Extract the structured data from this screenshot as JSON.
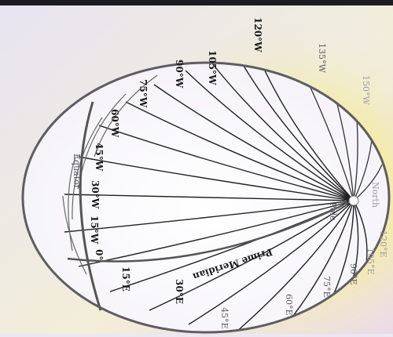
{
  "diagram": {
    "meridians_west": [
      "120°W",
      "105°W",
      "90°W",
      "75°W",
      "60°W",
      "45°W",
      "30°W",
      "15°W"
    ],
    "meridians_far": [
      "135°W",
      "150°W"
    ],
    "meridians_east": [
      "0°",
      "15°E",
      "30°E",
      "45°E",
      "60°E",
      "75°E",
      "90°E",
      "105°E",
      "120°E"
    ],
    "pole_label": "Pole",
    "north_label": "North",
    "pole_mark": "1°",
    "prime_meridian_label": "Prime Meridian",
    "equator_label": "Equator"
  }
}
